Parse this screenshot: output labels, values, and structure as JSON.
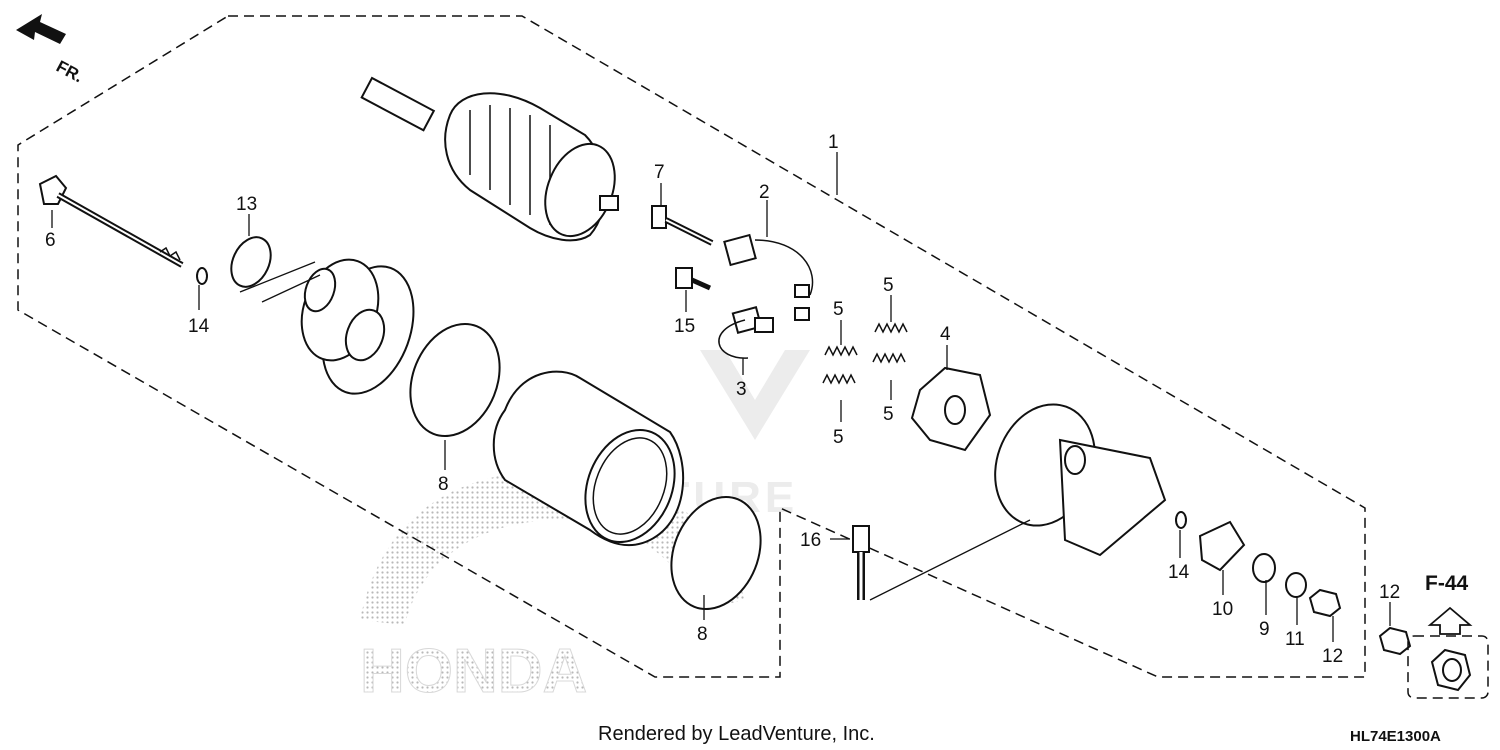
{
  "diagram": {
    "direction_label": "FR.",
    "reference_label": "F-44",
    "diagram_code": "HL74E1300A",
    "footer_text": "Rendered by LeadVenture, Inc.",
    "watermarks": {
      "honda": "HONDA",
      "leadventure": "VENTURE"
    },
    "callouts": [
      "1",
      "2",
      "3",
      "4",
      "5",
      "5",
      "5",
      "5",
      "6",
      "7",
      "8",
      "8",
      "9",
      "10",
      "11",
      "12",
      "12",
      "13",
      "14",
      "14",
      "15",
      "16"
    ]
  }
}
